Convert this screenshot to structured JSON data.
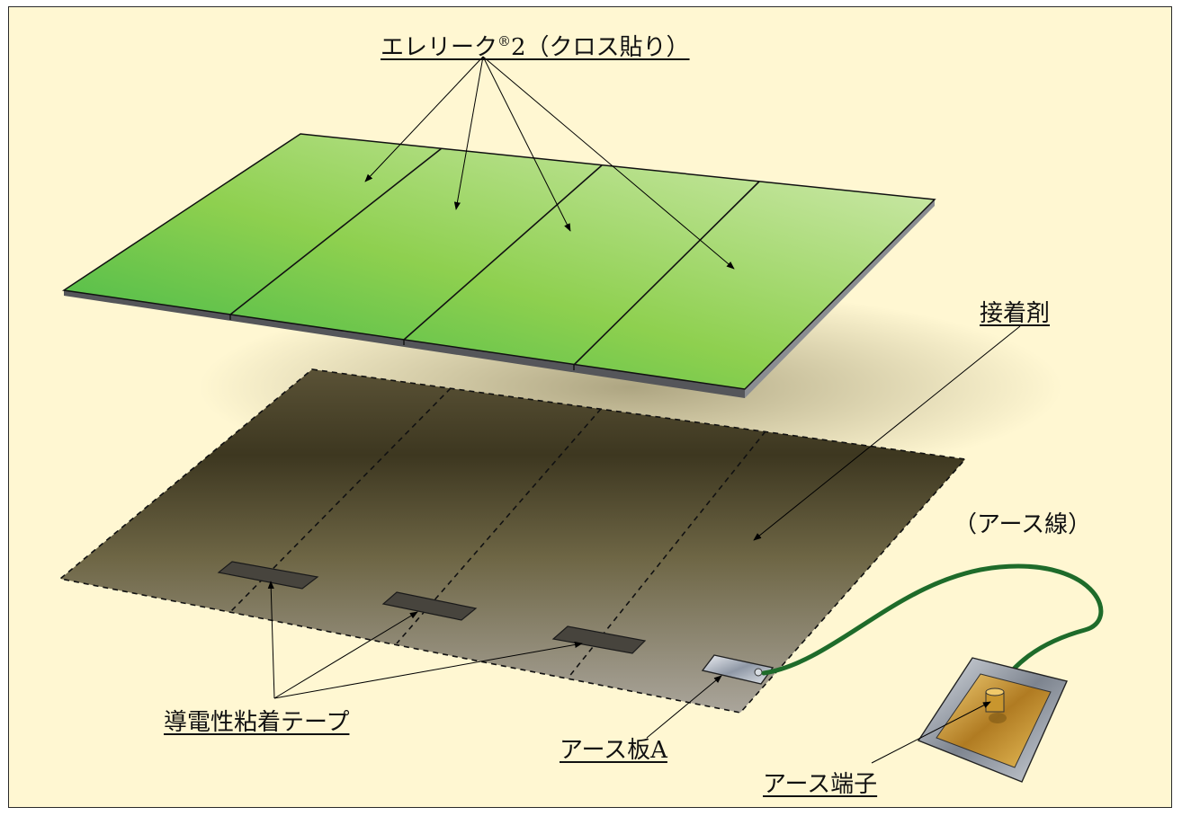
{
  "labels": {
    "top_main": "エレリーク",
    "top_mark": "®",
    "top_tail": "2（クロス貼り）",
    "adhesive": "接着剤",
    "earth_wire": "（アース線）",
    "conductive_tape": "導電性粘着テープ",
    "earth_plate": "アース板A",
    "earth_terminal": "アース端子"
  },
  "colors": {
    "background": "#fff7d2",
    "sheet_green_dark": "#3cb84a",
    "sheet_green_light": "#c8e6a0",
    "adhesive_dark": "#3d3720",
    "adhesive_light": "#a8a296",
    "wire_green": "#1e6b2a",
    "terminal_gold": "#c9962e"
  }
}
